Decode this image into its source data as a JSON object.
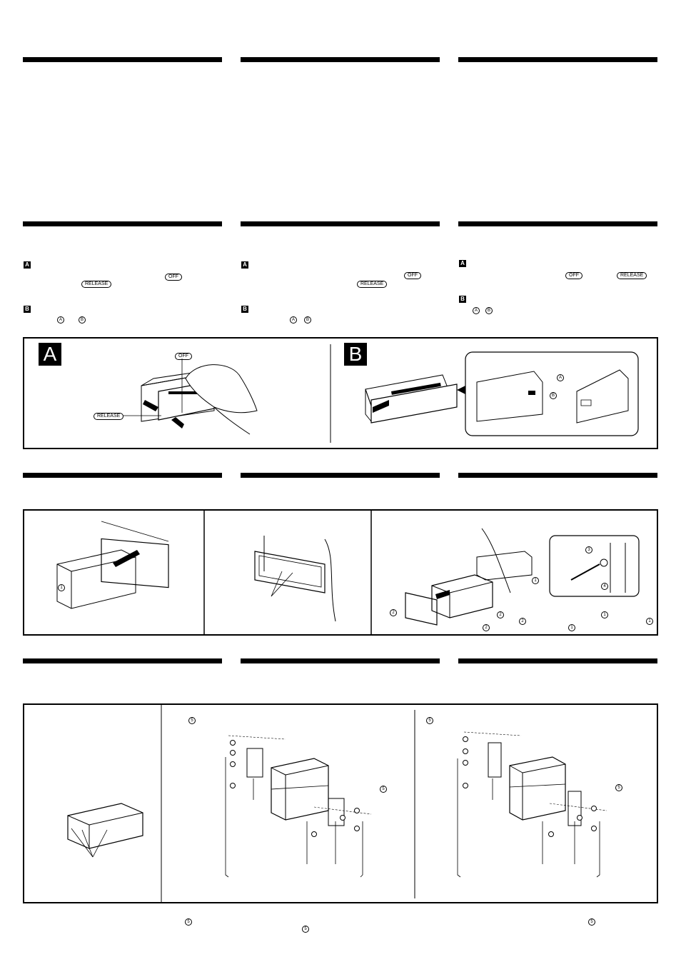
{
  "labels": {
    "off": "OFF",
    "release": "RELEASE",
    "mark_a": "A",
    "mark_b": "B",
    "circ_a": "A",
    "circ_b": "B",
    "n1": "1",
    "n2": "2",
    "n3": "3",
    "n4": "4",
    "n5": "5"
  },
  "icons": [
    "hand-icon",
    "arrow-icon",
    "screw-icon",
    "bracket-icon"
  ],
  "colors": {
    "ink": "#000000",
    "paper": "#ffffff"
  }
}
